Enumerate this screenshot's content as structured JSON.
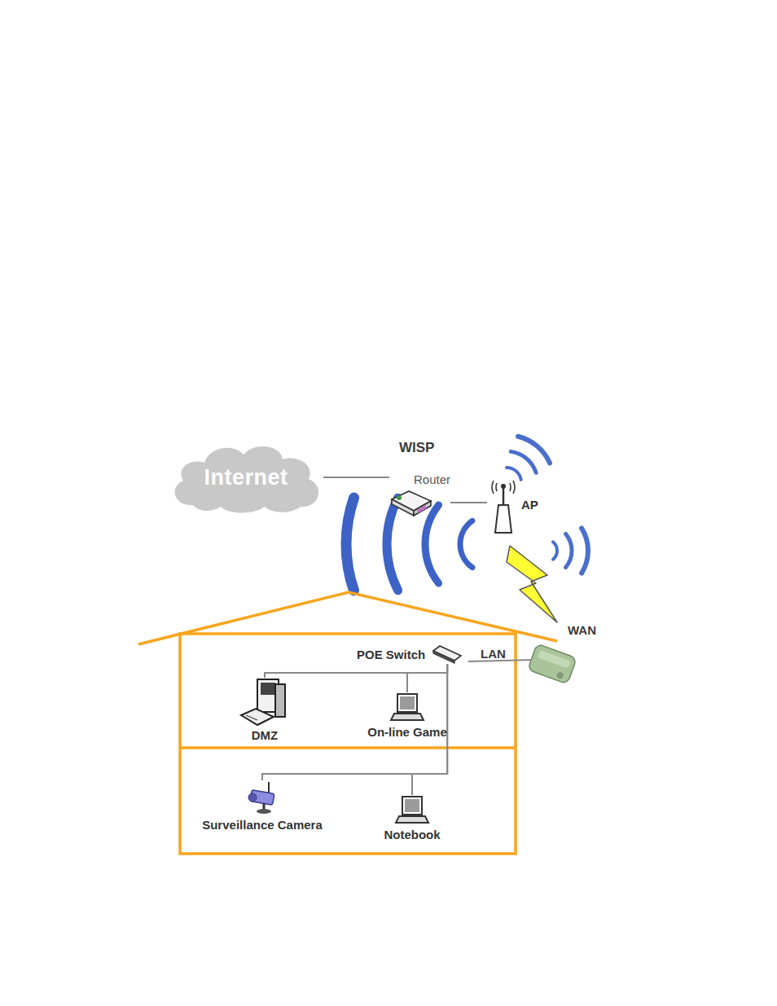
{
  "diagram": {
    "nodes": [
      {
        "text": [
          "Internet"
        ]
      },
      {
        "text": [
          "Router"
        ]
      },
      {
        "text": [
          "AP"
        ]
      },
      {
        "text": [
          "POE Switch"
        ]
      },
      {
        "text": [
          "DMZ"
        ]
      },
      {
        "text": [
          "On-line Game"
        ]
      },
      {
        "text": [
          "Surveillance Camera"
        ]
      },
      {
        "text": [
          "Notebook"
        ]
      }
    ],
    "edges": [
      {
        "from": 0,
        "to": 1,
        "arrow": "none"
      },
      {
        "from": 1,
        "to": 2,
        "arrow": "none"
      },
      {
        "from": 3,
        "to": 4,
        "arrow": "none"
      },
      {
        "from": 3,
        "to": 5,
        "arrow": "none"
      },
      {
        "from": 3,
        "to": 6,
        "arrow": "none"
      },
      {
        "from": 3,
        "to": 7,
        "arrow": "none"
      }
    ],
    "labels": [
      "WISP",
      "WAN",
      "LAN"
    ]
  }
}
